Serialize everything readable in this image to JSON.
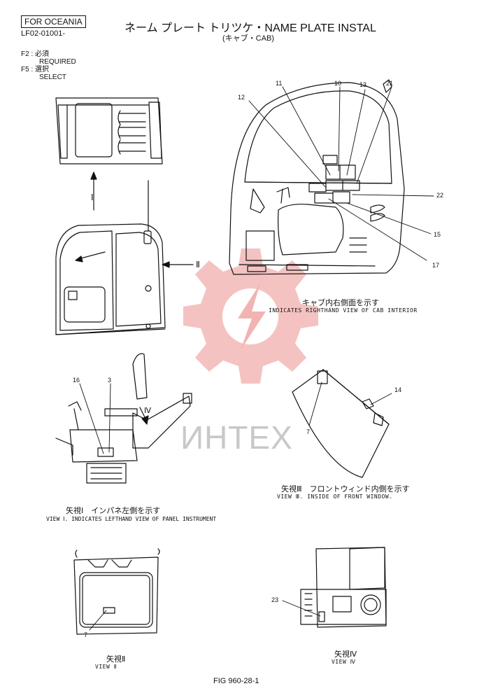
{
  "header": {
    "region": "FOR OCEANIA",
    "doc_number": "LF02-01001-",
    "title": "ネーム プレート トリツケ・NAME PLATE INSTAL",
    "subtitle": "(キャブ・CAB)"
  },
  "legend": {
    "f2_key": "F2 :",
    "f2_jp": "必須",
    "f2_en": "REQUIRED",
    "f5_key": "F5 :",
    "f5_jp": "選択",
    "f5_en": "SELECT"
  },
  "captions": {
    "cab_interior_jp": "キャブ内右側面を示す",
    "cab_interior_en": "INDICATES RIGHTHAND VIEW OF CAB INTERIOR",
    "view1_jp": "矢視Ⅰ　インパネ左側を示す",
    "view1_en": "VIEW Ⅰ. INDICATES LEFTHAND VIEW OF PANEL INSTRUMENT",
    "view3_jp": "矢視Ⅲ　フロントウィンド内側を示す",
    "view3_en": "VIEW Ⅲ.  INSIDE OF FRONT WINDOW.",
    "view2_jp": "矢視Ⅱ",
    "view2_en": "VIEW Ⅱ",
    "view4_jp": "矢視Ⅳ",
    "view4_en": "VIEW Ⅳ"
  },
  "arrow_labels": {
    "view1": "Ⅰ",
    "view2": "Ⅱ",
    "view4": "Ⅳ"
  },
  "callouts": {
    "c3": "3",
    "c7a": "7",
    "c7b": "7",
    "c10": "10",
    "c11": "11",
    "c12": "12",
    "c13": "13",
    "c14": "14",
    "c15": "15",
    "c16": "16",
    "c17": "17",
    "c21": "21",
    "c22": "22",
    "c23": "23"
  },
  "watermark": "ИНТЕХ",
  "footer": {
    "figure": "FIG 960-28-1"
  },
  "colors": {
    "line": "#111111",
    "watermark_red": "#f2b3b3",
    "watermark_gray": "#c8c8c8"
  }
}
